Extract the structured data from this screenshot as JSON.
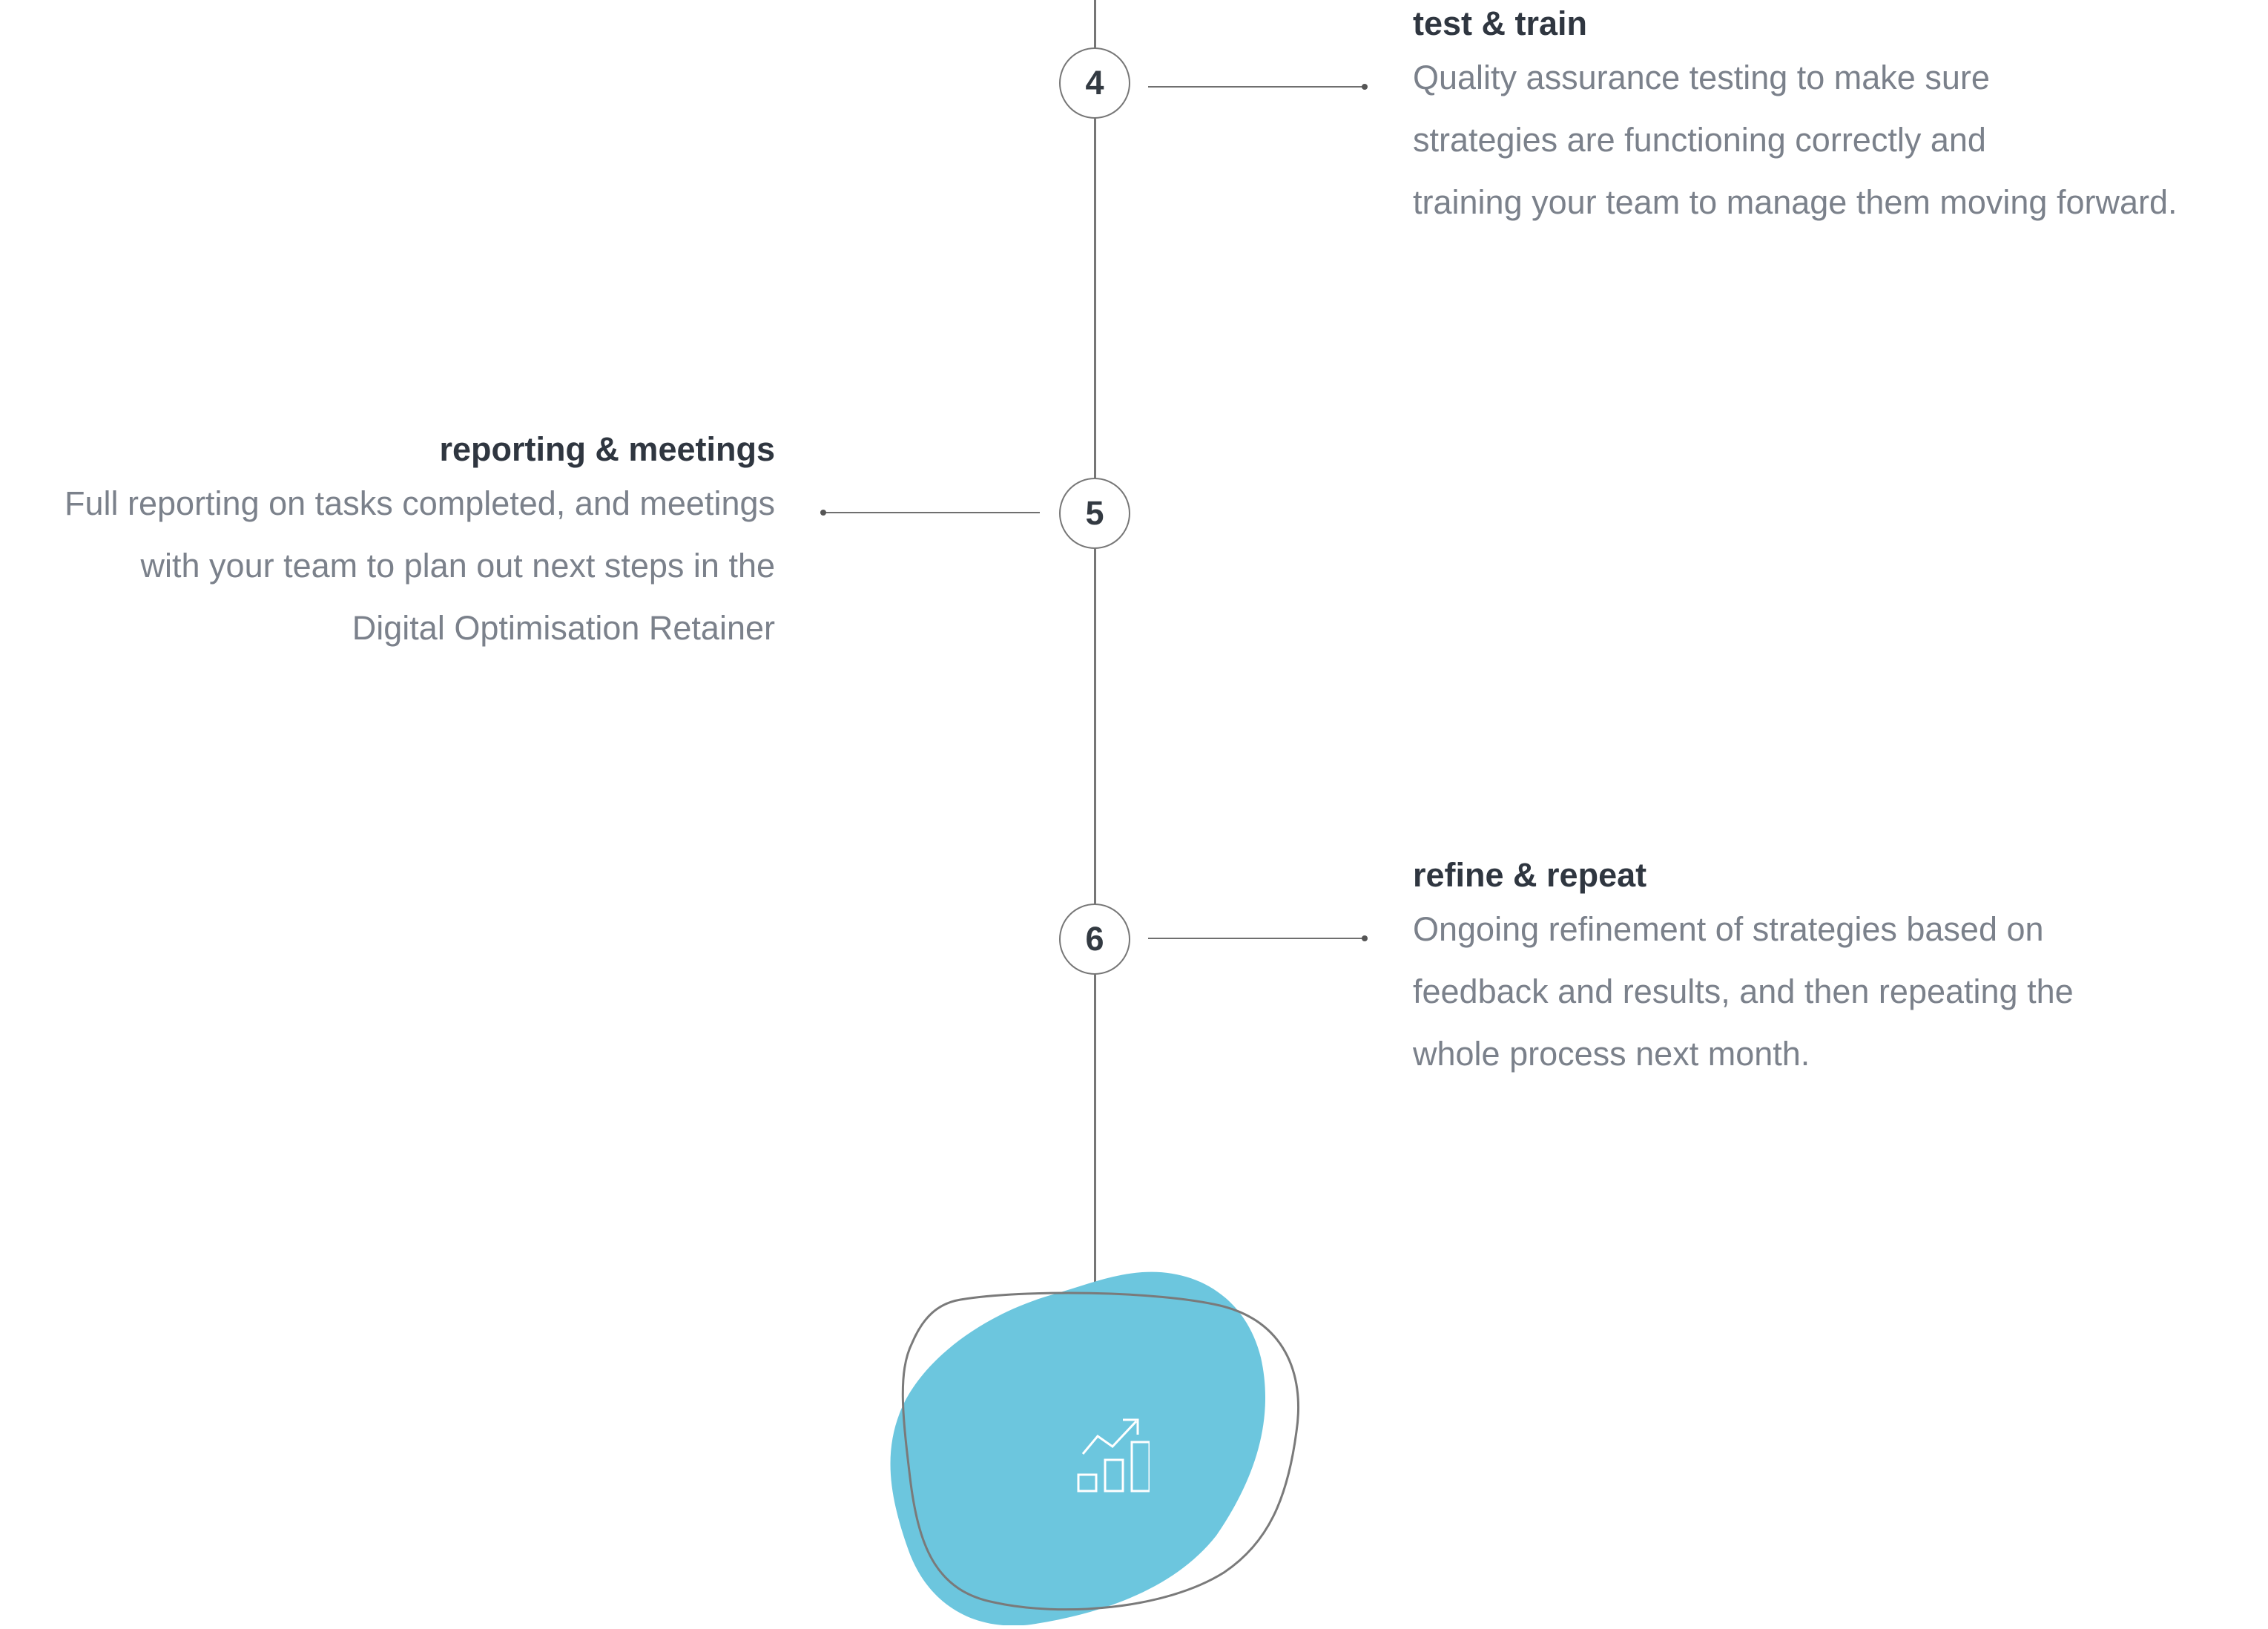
{
  "steps": [
    {
      "number": "4",
      "title": "test & train",
      "lines": [
        "Quality assurance testing to make sure",
        "strategies are functioning correctly and",
        "training your team to manage them moving forward."
      ]
    },
    {
      "number": "5",
      "title": "reporting & meetings",
      "lines": [
        "Full reporting on tasks completed, and meetings",
        "with your team to plan out next steps in the",
        "Digital Optimisation Retainer"
      ]
    },
    {
      "number": "6",
      "title": "refine & repeat",
      "lines": [
        "Ongoing refinement of strategies based on",
        "feedback and results, and then repeating the",
        "whole process next month."
      ]
    }
  ],
  "end_icon": "growth-chart-icon",
  "colors": {
    "accent": "#6cc6de",
    "line": "#767676",
    "title": "#2f3640",
    "text": "#7b818b"
  }
}
